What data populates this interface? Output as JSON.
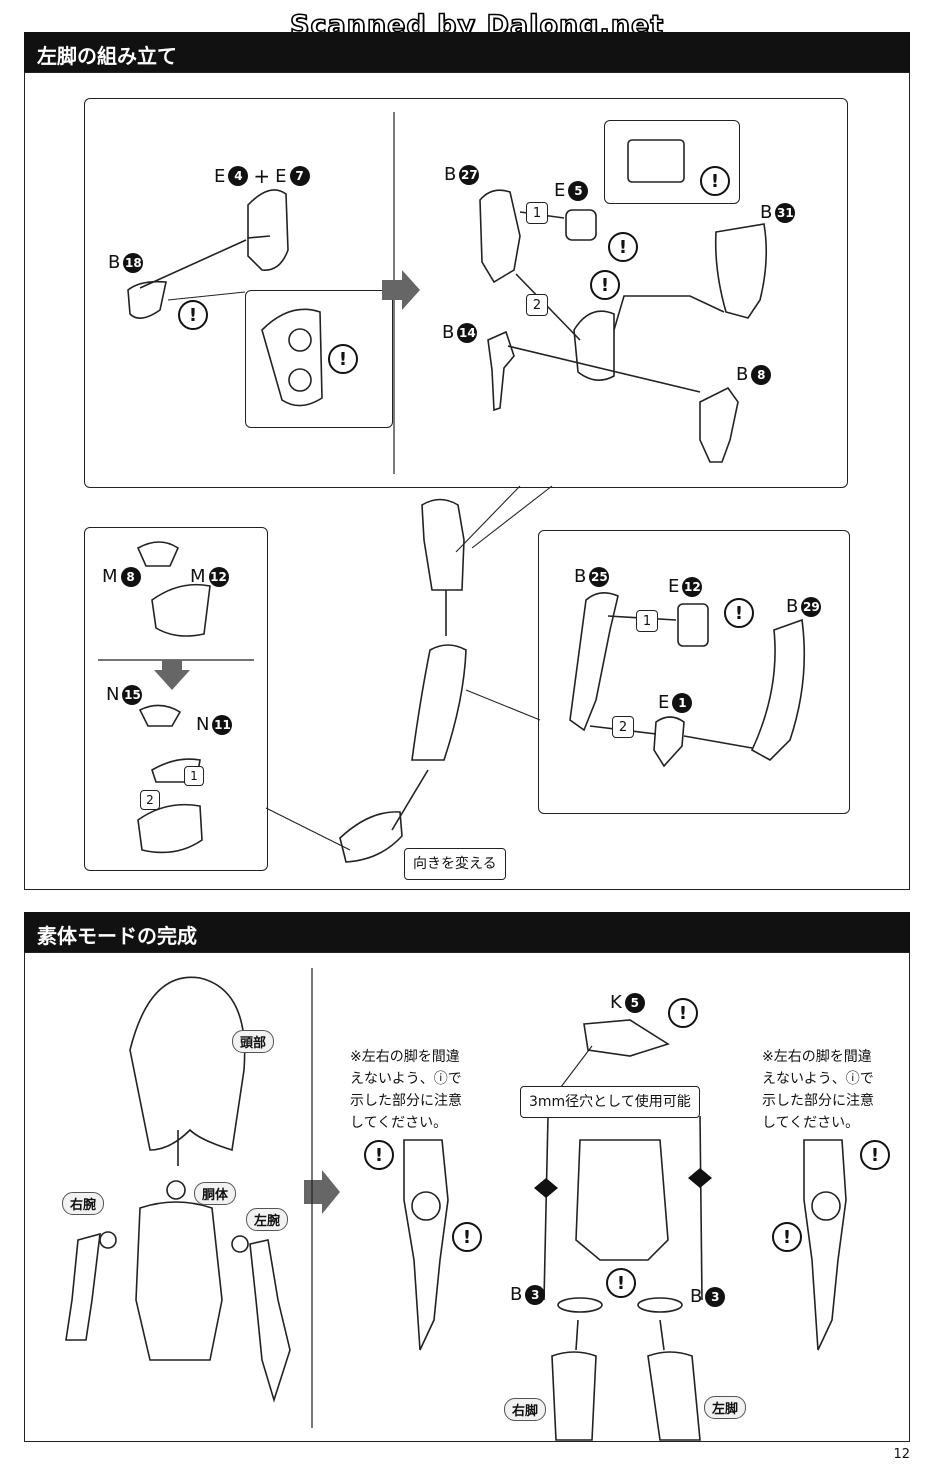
{
  "watermark": "Scanned by Dalong.net",
  "sections": {
    "left_leg": "左脚の組み立て",
    "complete": "素体モードの完成"
  },
  "parts": {
    "e4": {
      "runner": "E",
      "num": "4"
    },
    "e7": {
      "runner": "E",
      "num": "7"
    },
    "b18": {
      "runner": "B",
      "num": "18"
    },
    "b27": {
      "runner": "B",
      "num": "27"
    },
    "e5": {
      "runner": "E",
      "num": "5"
    },
    "b31": {
      "runner": "B",
      "num": "31"
    },
    "b14": {
      "runner": "B",
      "num": "14"
    },
    "b8": {
      "runner": "B",
      "num": "8"
    },
    "m8": {
      "runner": "M",
      "num": "8"
    },
    "m12": {
      "runner": "M",
      "num": "12"
    },
    "n15": {
      "runner": "N",
      "num": "15"
    },
    "n11": {
      "runner": "N",
      "num": "11"
    },
    "b25": {
      "runner": "B",
      "num": "25"
    },
    "e12": {
      "runner": "E",
      "num": "12"
    },
    "b29": {
      "runner": "B",
      "num": "29"
    },
    "e1": {
      "runner": "E",
      "num": "1"
    },
    "k5": {
      "runner": "K",
      "num": "5"
    },
    "b3a": {
      "runner": "B",
      "num": "3"
    },
    "b3b": {
      "runner": "B",
      "num": "3"
    }
  },
  "plus_sign": "+",
  "step_numbers": {
    "one": "1",
    "two": "2"
  },
  "warning_symbol": "!",
  "callouts": {
    "turn": "向きを変える",
    "hole": "3mm径穴として使用可能"
  },
  "notes": {
    "left": "※左右の脚を間違えないよう、ⓘで示した部分に注意してください。",
    "right": "※左右の脚を間違えないよう、ⓘで示した部分に注意してください。"
  },
  "body_labels": {
    "head": "頭部",
    "torso": "胴体",
    "right_arm": "右腕",
    "left_arm": "左腕",
    "right_leg": "右脚",
    "left_leg": "左脚"
  },
  "page_number": "12"
}
